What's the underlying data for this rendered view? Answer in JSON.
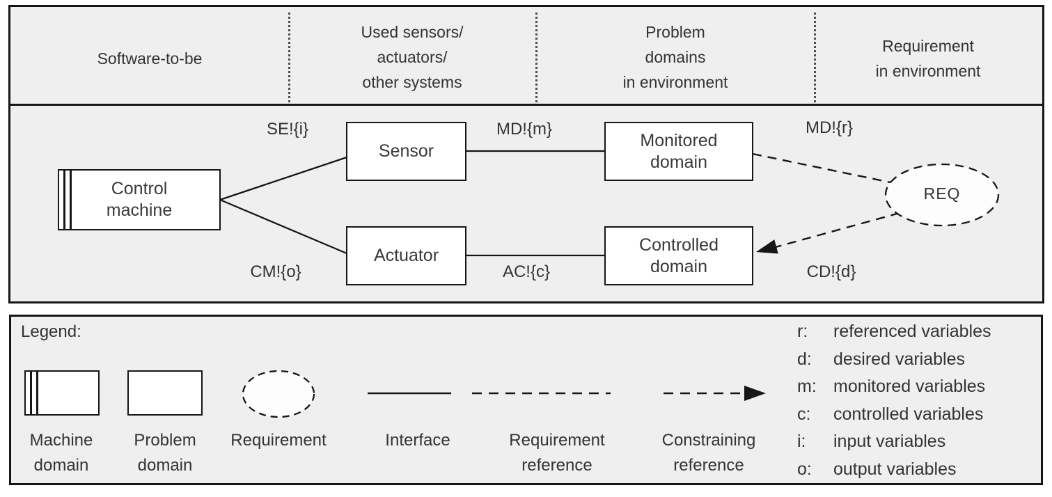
{
  "header": {
    "columns": [
      {
        "lines": [
          "Software-to-be"
        ]
      },
      {
        "lines": [
          "Used sensors/",
          "actuators/",
          "other systems"
        ]
      },
      {
        "lines": [
          "Problem",
          "domains",
          "in environment"
        ]
      },
      {
        "lines": [
          "Requirement",
          "in environment"
        ]
      }
    ]
  },
  "diagram": {
    "nodes": {
      "control_machine": {
        "lines": [
          "Control",
          "machine"
        ]
      },
      "sensor": {
        "label": "Sensor"
      },
      "actuator": {
        "label": "Actuator"
      },
      "monitored_domain": {
        "lines": [
          "Monitored",
          "domain"
        ]
      },
      "controlled_domain": {
        "lines": [
          "Controlled",
          "domain"
        ]
      },
      "requirement": {
        "label": "REQ"
      }
    },
    "edge_labels": {
      "se_i": "SE!{i}",
      "md_m": "MD!{m}",
      "md_r": "MD!{r}",
      "cm_o": "CM!{o}",
      "ac_c": "AC!{c}",
      "cd_d": "CD!{d}"
    }
  },
  "legend": {
    "title": "Legend:",
    "items": [
      {
        "symbol": "machine-domain-symbol",
        "lines": [
          "Machine",
          "domain"
        ]
      },
      {
        "symbol": "problem-domain-symbol",
        "lines": [
          "Problem",
          "domain"
        ]
      },
      {
        "symbol": "requirement-ellipse-symbol",
        "lines": [
          "Requirement"
        ]
      },
      {
        "symbol": "interface-line-symbol",
        "lines": [
          "Interface"
        ]
      },
      {
        "symbol": "requirement-reference-line-symbol",
        "lines": [
          "Requirement",
          "reference"
        ]
      },
      {
        "symbol": "constraining-reference-arrow-symbol",
        "lines": [
          "Constraining",
          "reference"
        ]
      }
    ],
    "variables": [
      {
        "key": "r:",
        "desc": "referenced variables"
      },
      {
        "key": "d:",
        "desc": "desired variables"
      },
      {
        "key": "m:",
        "desc": "monitored variables"
      },
      {
        "key": "c:",
        "desc": "controlled variables"
      },
      {
        "key": "i:",
        "desc": "input variables"
      },
      {
        "key": "o:",
        "desc": "output variables"
      }
    ]
  },
  "colors": {
    "page_background": "#ffffff",
    "panel_background": "#efefef",
    "border": "#161616",
    "text": "#333333",
    "node_fill": "#ffffff"
  }
}
